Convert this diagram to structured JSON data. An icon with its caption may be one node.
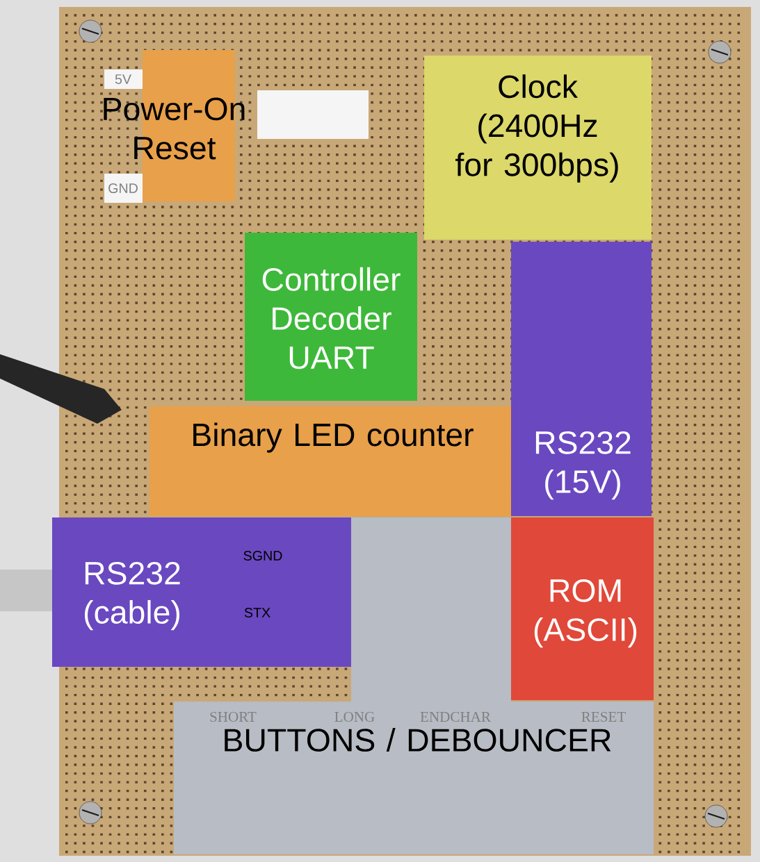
{
  "diagram": {
    "nodes": [
      {
        "text": [
          "Power-On Reset"
        ]
      },
      {
        "text": [
          "Clock (2400Hz for 300bps)"
        ]
      },
      {
        "text": [
          "Controller Decoder UART"
        ]
      },
      {
        "text": [
          "RS232 (15V)"
        ]
      },
      {
        "text": [
          "Binary LED counter"
        ]
      },
      {
        "text": [
          "RS232 (cable)"
        ]
      },
      {
        "text": [
          "ROM (ASCII)"
        ]
      },
      {
        "text": [
          "BUTTONS / DEBOUNCER"
        ]
      }
    ],
    "labels": [
      "5V",
      "GND",
      "SGND",
      "STX",
      "SHORT",
      "LONG",
      "ENDCHAR",
      "RESET"
    ]
  }
}
